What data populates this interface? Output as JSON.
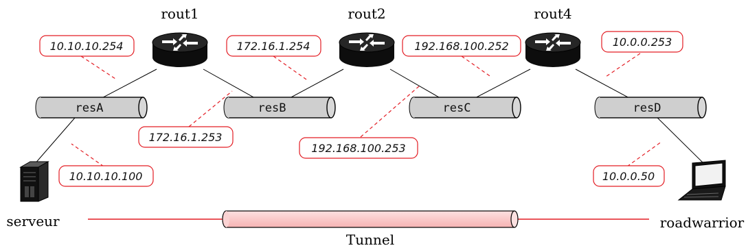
{
  "routers": [
    {
      "label": "rout1"
    },
    {
      "label": "rout2"
    },
    {
      "label": "rout4"
    }
  ],
  "networks": [
    {
      "label": "resA"
    },
    {
      "label": "resB"
    },
    {
      "label": "resC"
    },
    {
      "label": "resD"
    }
  ],
  "addresses": [
    {
      "text": "10.10.10.254"
    },
    {
      "text": "172.16.1.254"
    },
    {
      "text": "192.168.100.252"
    },
    {
      "text": "10.0.0.253"
    },
    {
      "text": "172.16.1.253"
    },
    {
      "text": "192.168.100.253"
    },
    {
      "text": "10.10.10.100"
    },
    {
      "text": "10.0.0.50"
    }
  ],
  "hosts": {
    "server": {
      "label": "serveur",
      "icon": "server-icon"
    },
    "laptop": {
      "label": "roadwarrior",
      "icon": "laptop-icon"
    }
  },
  "tunnel": {
    "label": "Tunnel"
  },
  "colors": {
    "accent": "#e31c23",
    "tunnel_fill": "#f9c4c4",
    "network_fill": "#cfcfcf",
    "router_fill": "#111111"
  }
}
